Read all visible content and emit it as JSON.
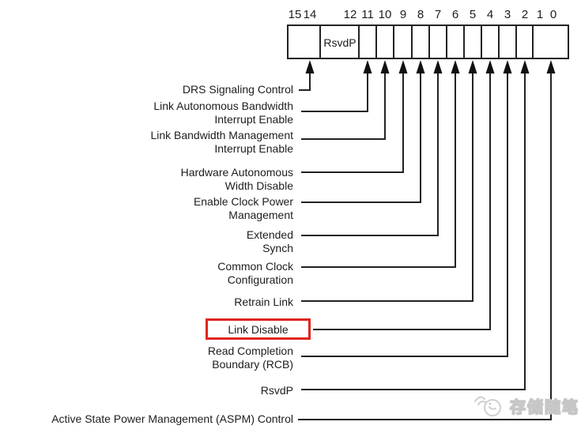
{
  "register": {
    "bit_numbers": [
      "15",
      "14",
      "12",
      "11",
      "10",
      "9",
      "8",
      "7",
      "6",
      "5",
      "4",
      "3",
      "2",
      "1",
      "0"
    ],
    "reserved_cell_label": "RsvdP"
  },
  "fields": [
    {
      "bit": "14",
      "lines": [
        "DRS Signaling Control"
      ]
    },
    {
      "bit": "11",
      "lines": [
        "Link Autonomous Bandwidth",
        "Interrupt Enable"
      ]
    },
    {
      "bit": "10",
      "lines": [
        "Link Bandwidth Management",
        "Interrupt Enable"
      ]
    },
    {
      "bit": "9",
      "lines": [
        "Hardware Autonomous",
        "Width Disable"
      ]
    },
    {
      "bit": "8",
      "lines": [
        "Enable Clock Power",
        "Management"
      ]
    },
    {
      "bit": "7",
      "lines": [
        "Extended",
        "Synch"
      ]
    },
    {
      "bit": "6",
      "lines": [
        "Common Clock",
        "Configuration"
      ]
    },
    {
      "bit": "5",
      "lines": [
        "Retrain Link"
      ]
    },
    {
      "bit": "4",
      "lines": [
        "Link Disable"
      ],
      "highlighted": true
    },
    {
      "bit": "3",
      "lines": [
        "Read Completion",
        "Boundary (RCB)"
      ]
    },
    {
      "bit": "2",
      "lines": [
        "RsvdP"
      ]
    },
    {
      "bit": "1:0",
      "lines": [
        "Active State Power Management (ASPM) Control"
      ]
    }
  ],
  "watermark": {
    "text": "存储随笔"
  },
  "colors": {
    "line": "#222222",
    "highlight_box": "#e02420",
    "watermark": "#d9d9d9"
  }
}
